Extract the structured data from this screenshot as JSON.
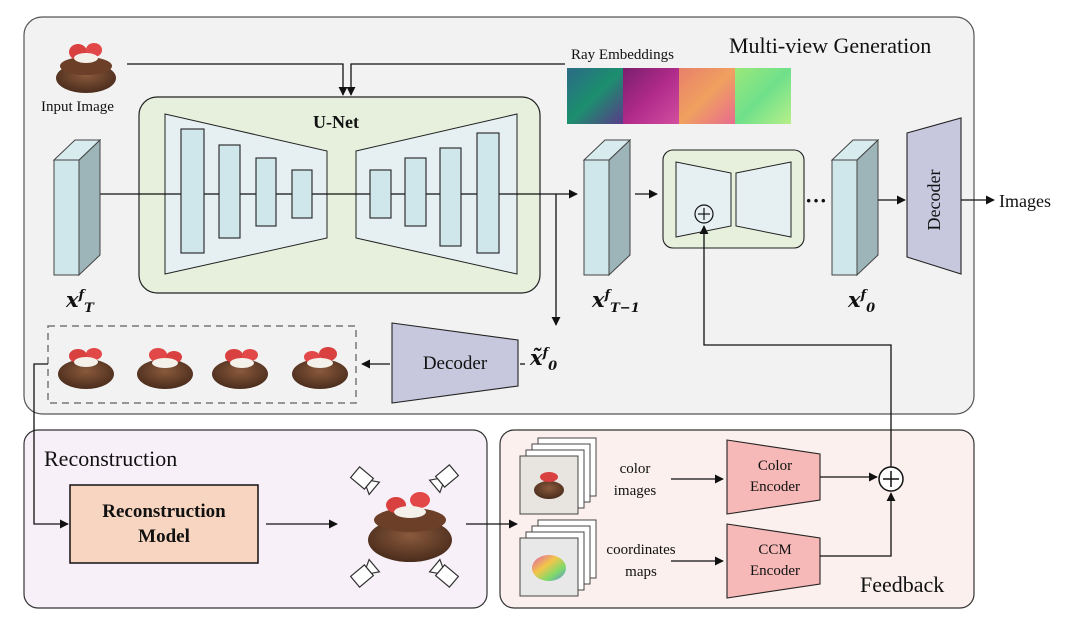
{
  "sections": {
    "multiview": "Multi-view Generation",
    "reconstruction": "Reconstruction",
    "feedback": "Feedback"
  },
  "input_image_label": "Input Image",
  "ray_embeddings_label": "Ray Embeddings",
  "unet_label": "U-Net",
  "latents": {
    "xT": {
      "base": "x",
      "sup": "f",
      "sub": "T"
    },
    "xT1": {
      "base": "x",
      "sup": "f",
      "sub": "T−1"
    },
    "x0": {
      "base": "x",
      "sup": "f",
      "sub": "0"
    },
    "x0_pred": {
      "base": "x̃",
      "sup": "f",
      "sub": "0"
    }
  },
  "ellipsis": "···",
  "decoder_label": "Decoder",
  "decoder_main_label": "Decoder",
  "images_label": "Images",
  "recon_model_label": "Reconstruction Model",
  "color_images_label": "color images",
  "coordinates_maps_label": "coordinates maps",
  "color_encoder_label": "Color Encoder",
  "ccm_encoder_label": "CCM Encoder",
  "plus_symbol": "⊕",
  "colors": {
    "latent_front": "#cfe6ea",
    "latent_side": "#9db5b9",
    "unet_bg": "#e7f0dc",
    "decoder_fill": "#c7c8de",
    "encoder_fill": "#f6b9b7",
    "recon_model_fill": "#f8d5c0",
    "multiview_bg": "#f2f2f2",
    "recon_bg": "#f8f0f8",
    "feedback_bg": "#fbf0ee"
  }
}
